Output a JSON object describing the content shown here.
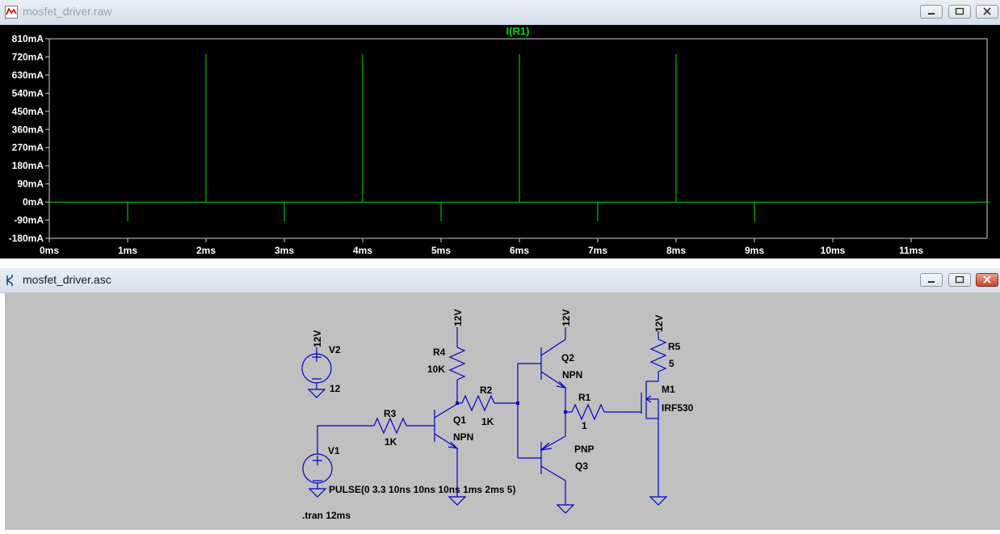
{
  "waveform_window": {
    "title": "mosfet_driver.raw",
    "trace_label": "I(R1)",
    "trace_color": "#00e000"
  },
  "schematic_window": {
    "title": "mosfet_driver.asc",
    "wire_color": "#0000c8",
    "labels": {
      "v2_net": "12V",
      "v2_name": "V2",
      "v2_value": "12",
      "r4_net": "12V",
      "r4_name": "R4",
      "r4_value": "10K",
      "q2_net": "12V",
      "q2_name": "Q2",
      "q2_type": "NPN",
      "r5_net": "12V",
      "r5_name": "R5",
      "r5_value": "5",
      "m1_name": "M1",
      "m1_value": "IRF530",
      "r2_name": "R2",
      "r2_value": "1K",
      "r1_name": "R1",
      "r1_value": "1",
      "r3_name": "R3",
      "r3_value": "1K",
      "q1_name": "Q1",
      "q1_type": "NPN",
      "q3_type": "PNP",
      "q3_name": "Q3",
      "v1_name": "V1",
      "v1_value": "PULSE(0 3.3 10ns 10ns 10ns 1ms 2ms 5)",
      "tran_directive": ".tran 12ms"
    }
  },
  "chart_data": {
    "type": "line",
    "title": "I(R1)",
    "xlabel": "",
    "ylabel": "",
    "xlim": [
      0,
      12
    ],
    "ylim": [
      -180,
      810
    ],
    "x_ticks": [
      "0ms",
      "1ms",
      "2ms",
      "3ms",
      "4ms",
      "5ms",
      "6ms",
      "7ms",
      "8ms",
      "9ms",
      "10ms",
      "11ms"
    ],
    "y_ticks": [
      "810mA",
      "720mA",
      "630mA",
      "540mA",
      "450mA",
      "360mA",
      "270mA",
      "180mA",
      "90mA",
      "0mA",
      "-90mA",
      "-180mA"
    ],
    "grid": false,
    "series": [
      {
        "name": "I(R1)",
        "x_unit": "ms",
        "y_unit": "mA",
        "points": [
          [
            0,
            0
          ],
          [
            1,
            0
          ],
          [
            1,
            -95
          ],
          [
            1,
            0
          ],
          [
            2,
            0
          ],
          [
            2,
            735
          ],
          [
            2,
            0
          ],
          [
            3,
            0
          ],
          [
            3,
            -95
          ],
          [
            3,
            0
          ],
          [
            4,
            0
          ],
          [
            4,
            735
          ],
          [
            4,
            0
          ],
          [
            5,
            0
          ],
          [
            5,
            -95
          ],
          [
            5,
            0
          ],
          [
            6,
            0
          ],
          [
            6,
            735
          ],
          [
            6,
            0
          ],
          [
            7,
            0
          ],
          [
            7,
            -95
          ],
          [
            7,
            0
          ],
          [
            8,
            0
          ],
          [
            8,
            735
          ],
          [
            8,
            0
          ],
          [
            9,
            0
          ],
          [
            9,
            -95
          ],
          [
            9,
            0
          ],
          [
            12,
            0
          ]
        ]
      }
    ]
  }
}
